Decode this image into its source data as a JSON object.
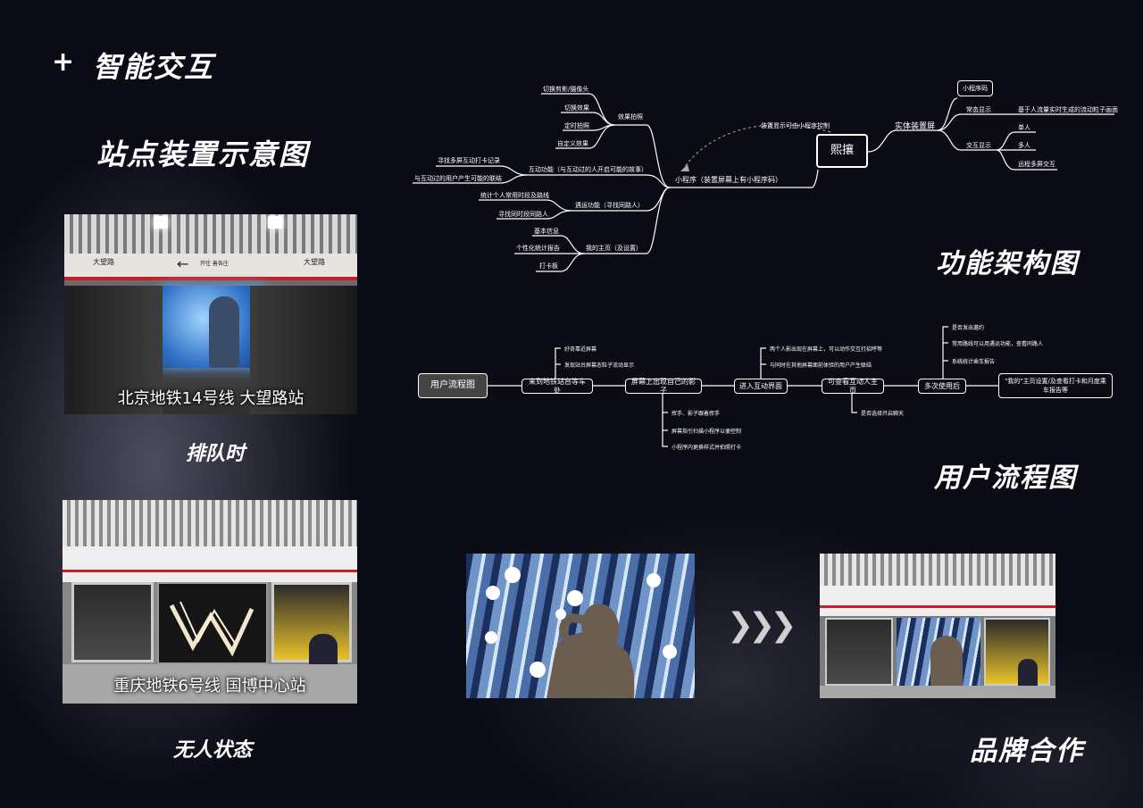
{
  "page": {
    "section_title": "智能交互",
    "plus_symbol": "+"
  },
  "left": {
    "title": "站点装置示意图",
    "photo1": {
      "station_left": "大望路",
      "station_right": "大望路",
      "direction": "开往 善各庄",
      "overlay": "北京地铁14号线 大望路站",
      "caption": "排队时"
    },
    "photo2": {
      "overlay": "重庆地铁6号线 国博中心站",
      "caption": "无人状态"
    }
  },
  "mindmap": {
    "title": "功能架构图",
    "center": "熙攘",
    "arrow_label": "装置显示可由小程序控制",
    "mini_program": "小程序（装置屏幕上有小程序码）",
    "groups": [
      {
        "label": "效果拍照",
        "items": [
          "切换剪影/摄像头",
          "切换效果",
          "定时拍照",
          "自定义效果"
        ]
      },
      {
        "label": "互动功能（与互动过的人开启可能的故事）",
        "items": [
          "寻找多屏互动打卡记录",
          "与互动过的用户产生可能的联结"
        ]
      },
      {
        "label": "遇运功能（寻找同路人）",
        "items": [
          "统计个人常用时段及路线",
          "寻找同时段同路人"
        ]
      },
      {
        "label": "我的主页（及设置）",
        "items": [
          "基本信息",
          "个性化统计报告",
          "打卡板"
        ]
      }
    ],
    "screen": {
      "label": "实体装置屏",
      "qr_box": "小程序码",
      "normal": {
        "label": "常态显示",
        "items": [
          "基于人流量实时生成的流动粒子画面"
        ]
      },
      "interactive": {
        "label": "交互显示",
        "items": [
          "单人",
          "多人",
          "远程多屏交互"
        ]
      }
    }
  },
  "flow": {
    "title": "用户流程图",
    "start": "用户流程图",
    "steps": [
      {
        "label": "来到地铁站台等车处",
        "notes_above": [
          "好奇靠近屏幕",
          "发现站台屏幕态粒子流动显示"
        ],
        "notes_below": []
      },
      {
        "label": "屏幕上出现自己的影子",
        "notes_above": [],
        "notes_below": [
          "挥手、影子跟着挥手",
          "屏幕指引扫描小程序以便控制",
          "小程序内更换样式并拍照打卡"
        ]
      },
      {
        "label": "进入互动界面",
        "notes_above": [
          "两个人影出现在屏幕上，可以动作交互打招呼等",
          "与同时在其他屏幕面前体验的用户产生联结"
        ],
        "notes_below": []
      },
      {
        "label": "可查看互动人主页",
        "notes_above": [],
        "notes_below": [
          "是否选择开启聊天"
        ]
      },
      {
        "label": "多次使用后",
        "notes_above": [
          "是否发出邀约",
          "常用路线可以用遇运功能，查看同路人",
          "系统统计乘车报告"
        ],
        "notes_below": []
      }
    ],
    "end": "\"我的\"主页设置/及查看打卡和月度乘车报告等"
  },
  "brand": {
    "title": "品牌合作",
    "arrow_glyph": "❯❯❯"
  },
  "colors": {
    "background": "#0b0b16",
    "accent_red": "#c8202a",
    "screen_blue": "#6e94c8",
    "silhouette": "#6b5d4f"
  }
}
